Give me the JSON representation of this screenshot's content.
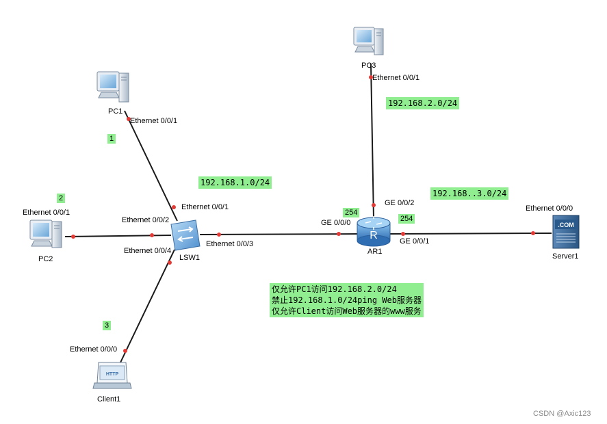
{
  "devices": {
    "pc1": "PC1",
    "pc2": "PC2",
    "pc3": "PC3",
    "lsw1": "LSW1",
    "ar1": "AR1",
    "server1": "Server1",
    "client1": "Client1"
  },
  "ports": {
    "pc1_e001": "Ethernet 0/0/1",
    "pc2_e001": "Ethernet 0/0/1",
    "pc3_e001": "Ethernet 0/0/1",
    "lsw1_e001": "Ethernet 0/0/1",
    "lsw1_e002": "Ethernet 0/0/2",
    "lsw1_e003": "Ethernet 0/0/3",
    "lsw1_e004": "Ethernet 0/0/4",
    "ar1_ge000": "GE 0/0/0",
    "ar1_ge001": "GE 0/0/1",
    "ar1_ge002": "GE 0/0/2",
    "server1_e000": "Ethernet 0/0/0",
    "client1_e000": "Ethernet 0/0/0"
  },
  "networks": {
    "net1": "192.168.1.0/24",
    "net2": "192.168.2.0/24",
    "net3": "192.168..3.0/24"
  },
  "host_ids": {
    "ge000": "254",
    "ge001": "254"
  },
  "markers": {
    "m1": "1",
    "m2": "2",
    "m3": "3"
  },
  "notes": [
    "仅允许PC1访问192.168.2.0/24",
    "禁止192.168.1.0/24ping Web服务器",
    "仅允许Client访问Web服务器的www服务"
  ],
  "icon_texts": {
    "server": ".COM",
    "client": "HTTP"
  },
  "watermark": "CSDN @Axic123",
  "colors": {
    "link": "#1a1a1a",
    "port_dot": "#e53935",
    "highlight": "#90ee90",
    "device_blue": "#4a7fc0"
  }
}
